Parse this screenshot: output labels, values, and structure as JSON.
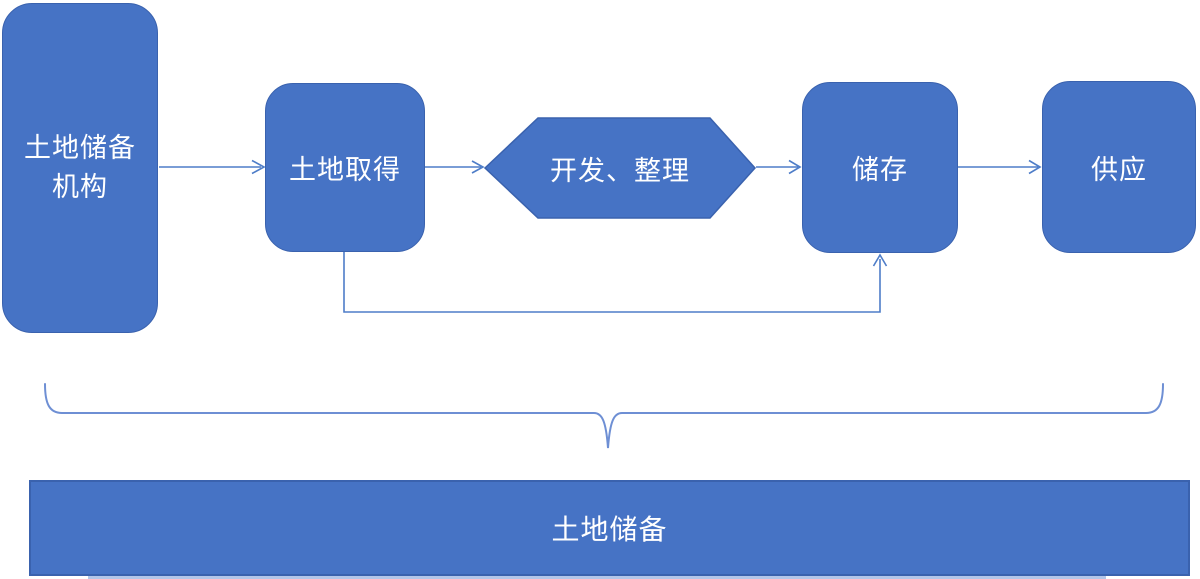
{
  "colors": {
    "shape-fill": "#4673C5",
    "shape-border": "#3A62AE",
    "connector": "#4E7DC8",
    "brace": "#6E8FD4",
    "label-text": "#FFFFFF",
    "bottom-strip": "#B3C6E9"
  },
  "nodes": {
    "agency": {
      "line1": "土地储备",
      "line2": "机构"
    },
    "acquisition": {
      "label": "土地取得"
    },
    "development": {
      "label": "开发、整理"
    },
    "storage": {
      "label": "储存"
    },
    "supply": {
      "label": "供应"
    },
    "reserve_bar": {
      "label": "土地储备"
    }
  }
}
